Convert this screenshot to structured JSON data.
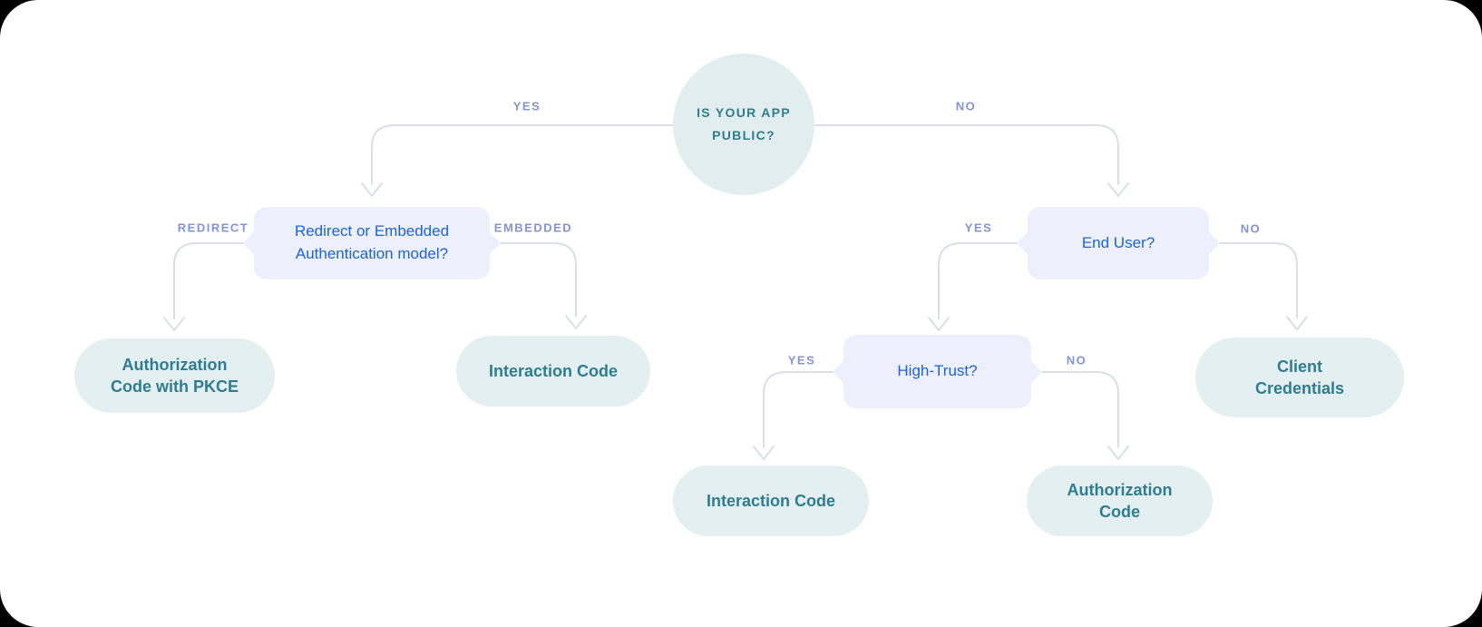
{
  "nodes": {
    "root": {
      "label": "IS YOUR APP\nPUBLIC?"
    },
    "auth_model": {
      "label": "Redirect or Embedded\nAuthentication model?"
    },
    "end_user": {
      "label": "End User?"
    },
    "high_trust": {
      "label": "High-Trust?"
    },
    "auth_code_pkce": {
      "label": "Authorization\nCode with PKCE"
    },
    "interaction_code_left": {
      "label": "Interaction Code"
    },
    "client_credentials": {
      "label": "Client\nCredentials"
    },
    "interaction_code_bottom": {
      "label": "Interaction Code"
    },
    "authorization_code": {
      "label": "Authorization\nCode"
    }
  },
  "edge_labels": {
    "root_yes": "YES",
    "root_no": "NO",
    "redirect": "REDIRECT",
    "embedded": "EMBEDDED",
    "end_user_yes": "YES",
    "end_user_no": "NO",
    "high_trust_yes": "YES",
    "high_trust_no": "NO"
  },
  "colors": {
    "page_bg": "#000000",
    "card_bg": "#FFFFFF",
    "question_circle_bg": "#E2EDEF",
    "question_circle_text": "#2E7D90",
    "decision_bg": "#EDF0FC",
    "decision_text": "#1A63DC",
    "result_bg": "#E4EFF1",
    "result_text": "#2E7D90",
    "connector": "#D9DEE8",
    "edge_label": "#8493D5"
  }
}
